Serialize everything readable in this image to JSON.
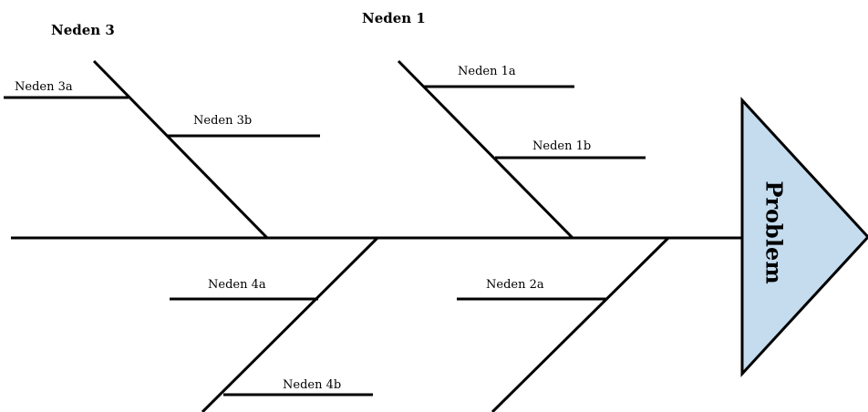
{
  "causes": {
    "c1": {
      "label": "Neden 1",
      "sub_a": "Neden 1a",
      "sub_b": "Neden 1b"
    },
    "c2": {
      "label": "",
      "sub_a": "Neden 2a"
    },
    "c3": {
      "label": "Neden 3",
      "sub_a": "Neden 3a",
      "sub_b": "Neden 3b"
    },
    "c4": {
      "label": "",
      "sub_a": "Neden 4a",
      "sub_b": "Neden 4b"
    }
  },
  "problem": {
    "label": "Problem",
    "fill_color": "#c5dcef",
    "stroke_color": "#000000"
  }
}
